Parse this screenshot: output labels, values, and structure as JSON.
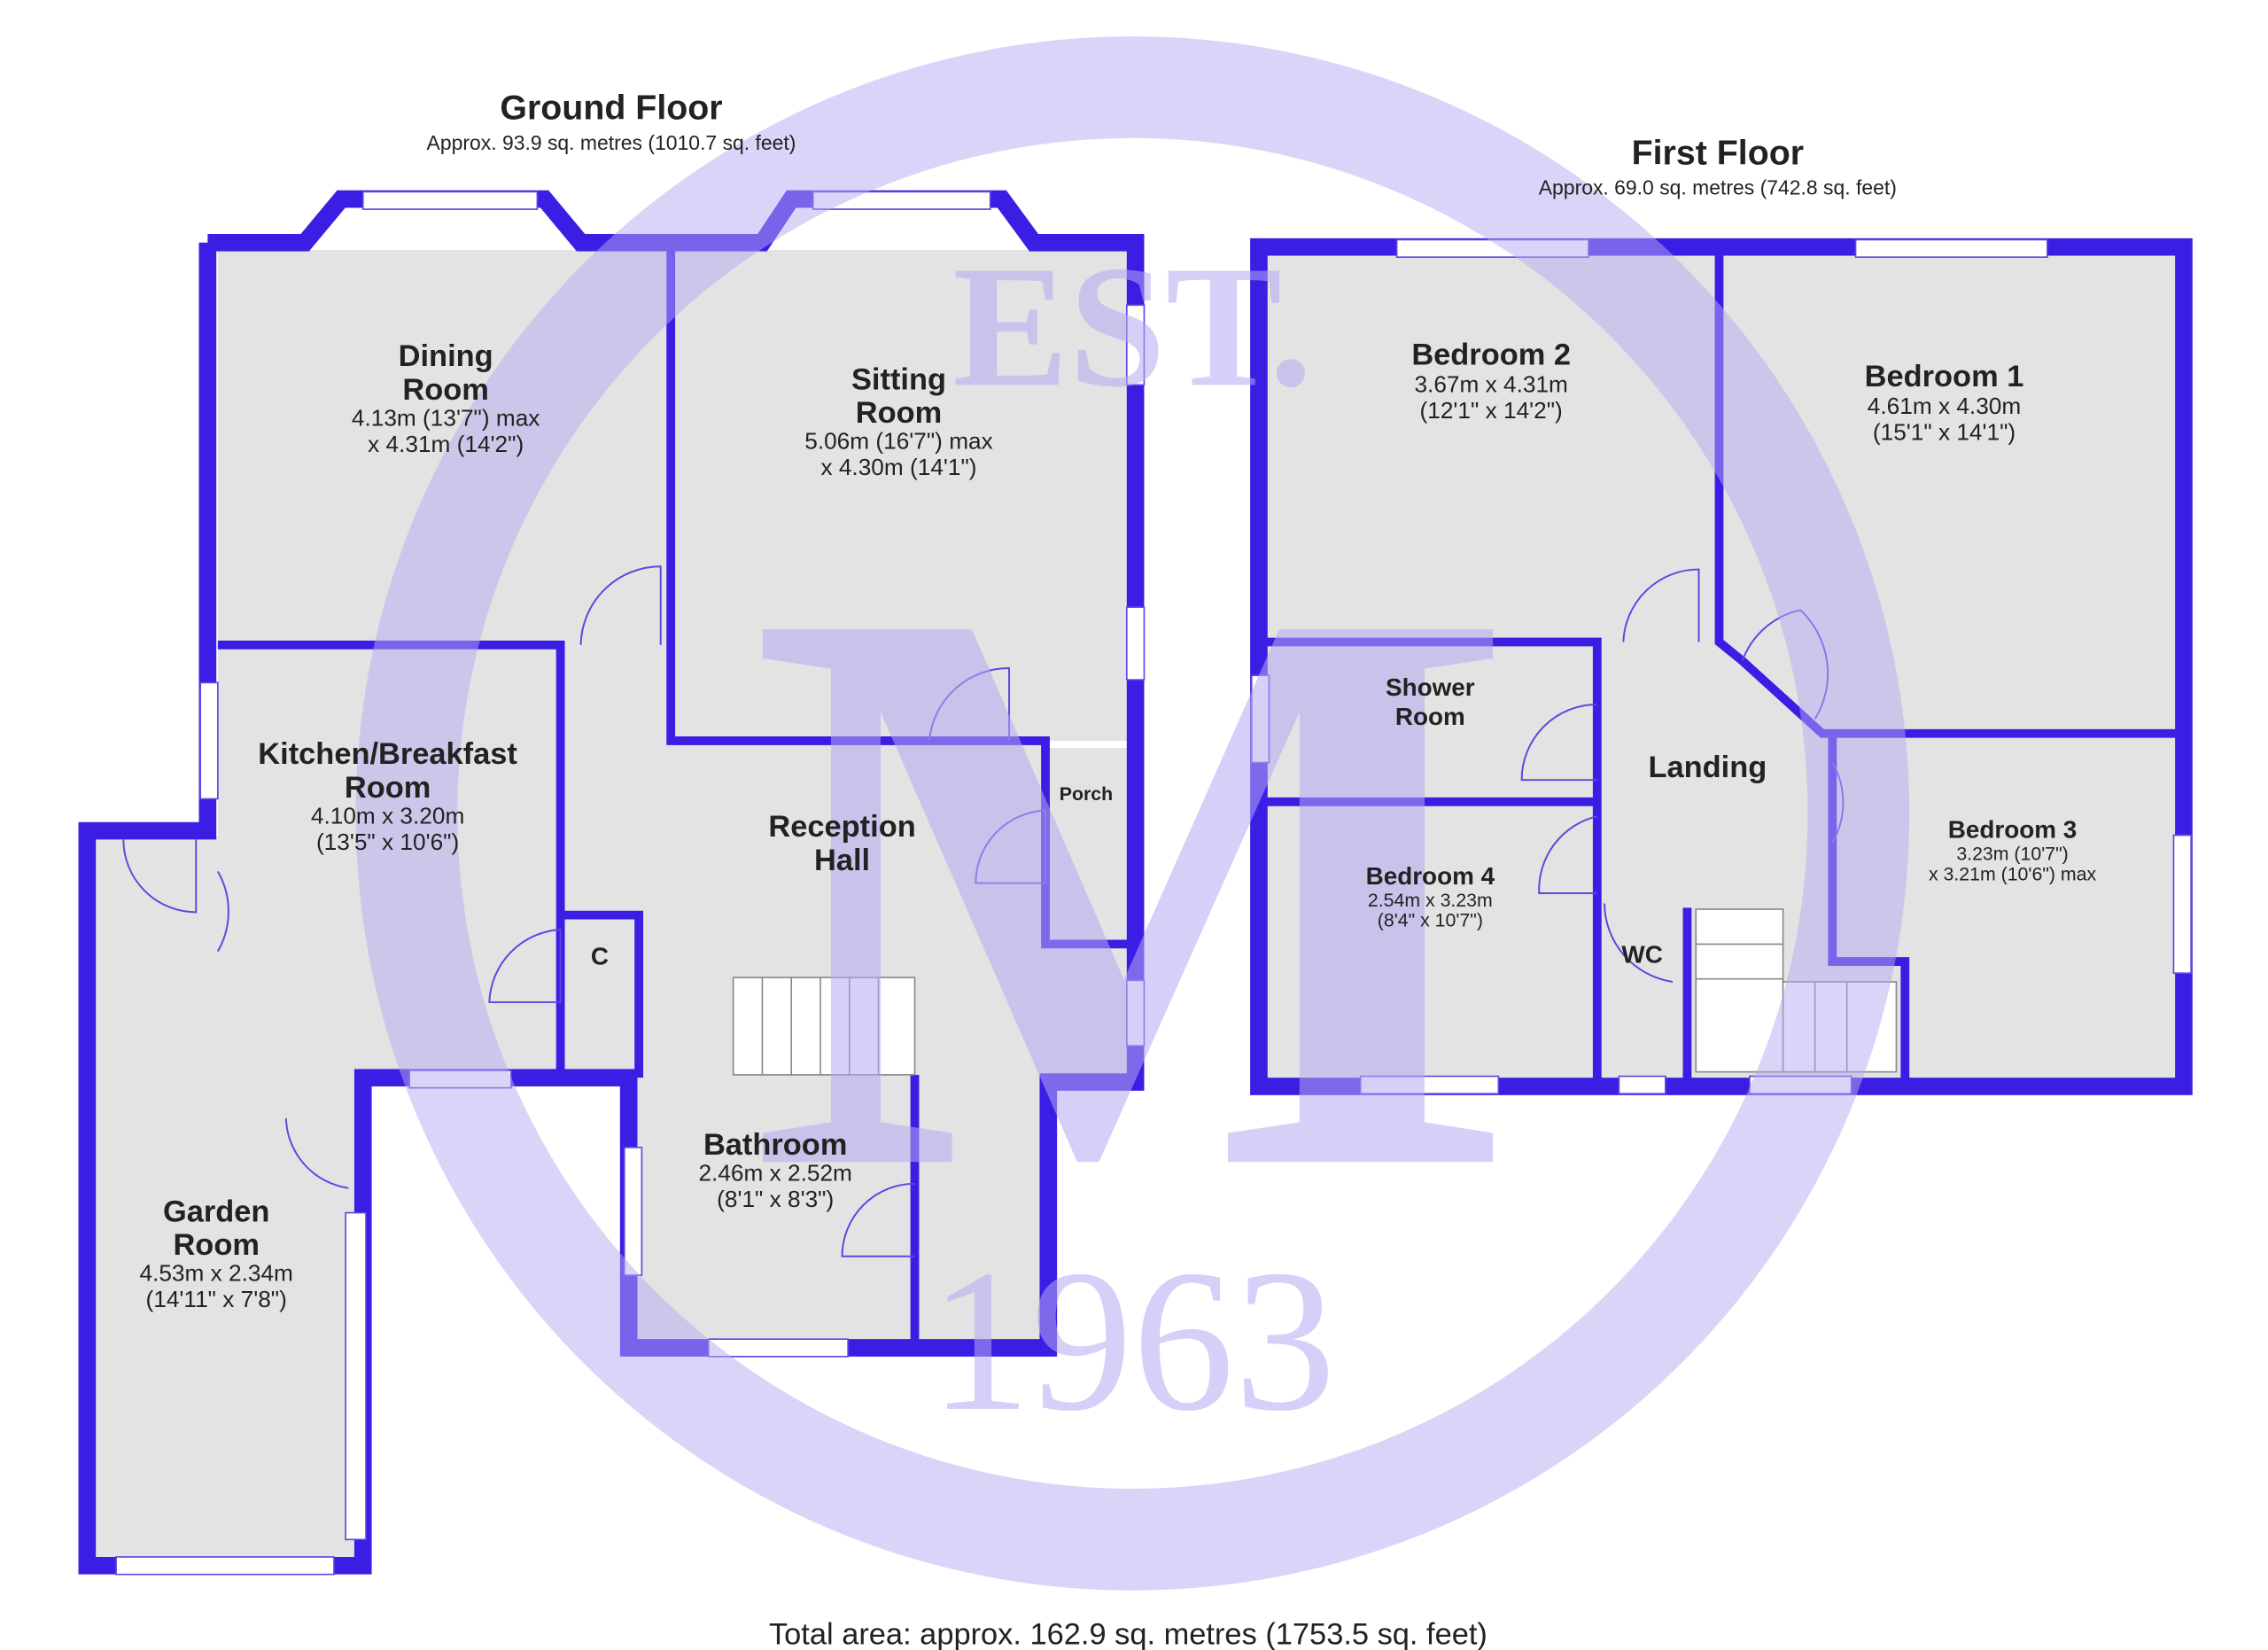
{
  "ground_floor": {
    "title": "Ground Floor",
    "area": "Approx. 93.9 sq. metres (1010.7 sq. feet)",
    "rooms": [
      {
        "name_1": "Dining",
        "name_2": "Room",
        "dim_1": "4.13m (13'7\") max",
        "dim_2": "x 4.31m (14'2\")"
      },
      {
        "name_1": "Sitting",
        "name_2": "Room",
        "dim_1": "5.06m (16'7\") max",
        "dim_2": "x 4.30m (14'1\")"
      },
      {
        "name_1": "Kitchen/Breakfast",
        "name_2": "Room",
        "dim_1": "4.10m x 3.20m",
        "dim_2": "(13'5\" x 10'6\")"
      },
      {
        "name_1": "Reception",
        "name_2": "Hall"
      },
      {
        "name_1": "Porch"
      },
      {
        "name_1": "C"
      },
      {
        "name_1": "Bathroom",
        "dim_1": "2.46m x 2.52m",
        "dim_2": "(8'1\" x 8'3\")"
      },
      {
        "name_1": "Garden",
        "name_2": "Room",
        "dim_1": "4.53m x 2.34m",
        "dim_2": "(14'11\" x 7'8\")"
      }
    ]
  },
  "first_floor": {
    "title": "First Floor",
    "area": "Approx. 69.0 sq. metres (742.8 sq. feet)",
    "rooms": [
      {
        "name_1": "Bedroom 2",
        "dim_1": "3.67m x 4.31m",
        "dim_2": "(12'1\" x 14'2\")"
      },
      {
        "name_1": "Bedroom 1",
        "dim_1": "4.61m x 4.30m",
        "dim_2": "(15'1\" x 14'1\")"
      },
      {
        "name_1": "Shower",
        "name_2": "Room"
      },
      {
        "name_1": "Landing"
      },
      {
        "name_1": "Bedroom 4",
        "dim_1": "2.54m x 3.23m",
        "dim_2": "(8'4\" x 10'7\")"
      },
      {
        "name_1": "WC"
      },
      {
        "name_1": "Bedroom 3",
        "dim_1": "3.23m (10'7\")",
        "dim_2": "x 3.21m (10'6\") max"
      }
    ]
  },
  "total_area": "Total area: approx. 162.9 sq. metres (1753.5 sq. feet)",
  "watermark": {
    "est": "EST.",
    "letter": "M",
    "year": "1963"
  },
  "colors": {
    "wall": "#3a1ee4",
    "floor": "#e3e3e3",
    "watermark": "#b5a9f2"
  }
}
